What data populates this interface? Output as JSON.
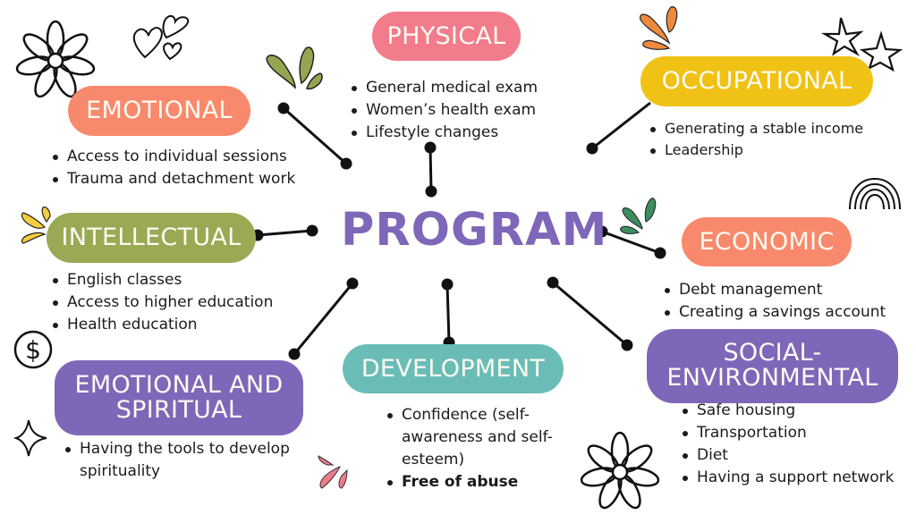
{
  "title": "PROGRAM",
  "colors": {
    "title": "#7e67b8",
    "physical": "#f27c8c",
    "emotional": "#f9896c",
    "occupational": "#f0c215",
    "intellectual": "#9aa954",
    "economic": "#f9896c",
    "emotional_spiritual": "#7e67b8",
    "development": "#6abdb6",
    "social_environmental": "#7e67b8"
  },
  "categories": {
    "physical": {
      "label": [
        "PHYSICAL"
      ],
      "items": [
        "General medical exam",
        "Women’s health exam",
        "Lifestyle changes"
      ]
    },
    "emotional": {
      "label": [
        "EMOTIONAL"
      ],
      "items": [
        "Access to individual sessions",
        "Trauma and detachment work"
      ]
    },
    "occupational": {
      "label": [
        "OCCUPATIONAL"
      ],
      "items": [
        "Generating a stable income",
        "Leadership"
      ]
    },
    "intellectual": {
      "label": [
        "INTELLECTUAL"
      ],
      "items": [
        "English classes",
        "Access to higher education",
        "Health education"
      ]
    },
    "economic": {
      "label": [
        "ECONOMIC"
      ],
      "items": [
        "Debt management",
        "Creating a savings account"
      ]
    },
    "emotional_spiritual": {
      "label": [
        "EMOTIONAL AND",
        "SPIRITUAL"
      ],
      "items": [
        "Having the tools to develop",
        "spirituality"
      ]
    },
    "development": {
      "label": [
        "DEVELOPMENT"
      ],
      "items": [
        "Confidence (self-",
        "awareness and self-",
        "esteem)",
        "Free of abuse"
      ]
    },
    "social_environmental": {
      "label": [
        "SOCIAL-",
        "ENVIRONMENTAL"
      ],
      "items": [
        "Safe housing",
        "Transportation",
        "Diet",
        "Having a support network"
      ]
    }
  },
  "decorations": [
    "flower-icon",
    "hearts-icon",
    "splash-icon",
    "stars-icon",
    "rainbow-icon",
    "dollar-icon",
    "sparkle-icon"
  ]
}
